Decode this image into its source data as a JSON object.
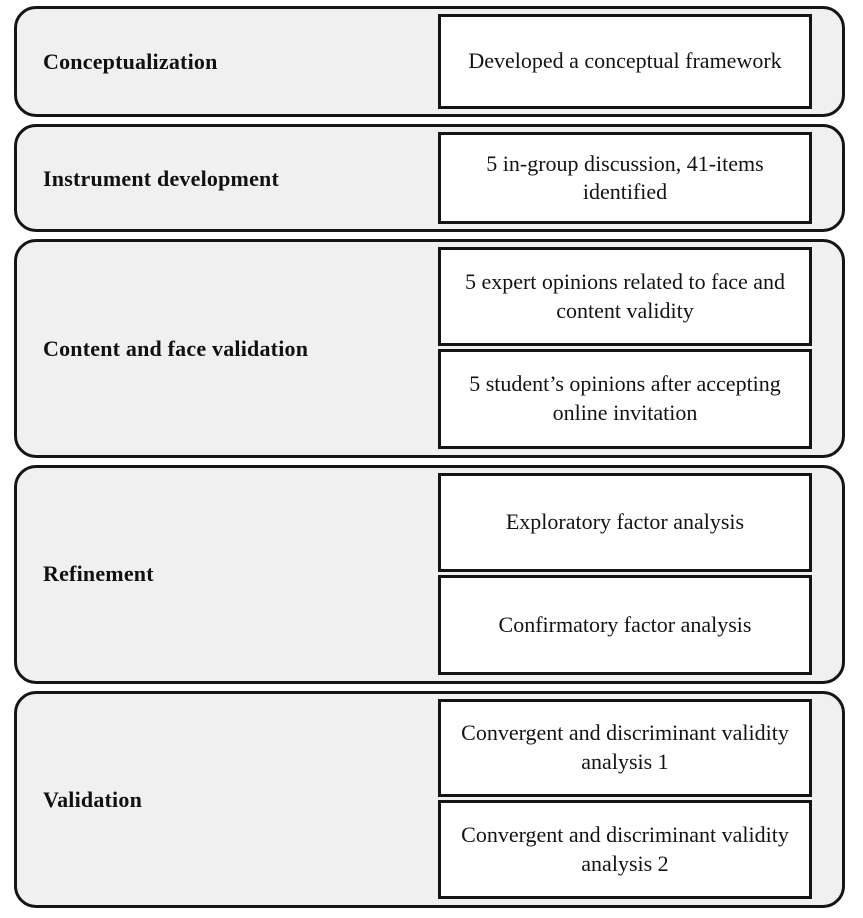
{
  "diagram": {
    "type": "stage-flow",
    "background_color": "#ffffff",
    "stage_fill_color": "#f0f0f0",
    "stage_border_color": "#151515",
    "item_fill_color": "#ffffff",
    "item_border_color": "#141414",
    "stages": [
      {
        "label": "Conceptualization",
        "items": [
          "Developed a conceptual framework"
        ]
      },
      {
        "label": "Instrument development",
        "items": [
          "5 in-group discussion, 41-items identified"
        ]
      },
      {
        "label": "Content and face validation",
        "items": [
          "5 expert opinions related to face and content validity",
          "5 student’s opinions after accepting online invitation"
        ]
      },
      {
        "label": "Refinement",
        "items": [
          "Exploratory factor analysis",
          "Confirmatory factor analysis"
        ]
      },
      {
        "label": "Validation",
        "items": [
          "Convergent and discriminant validity analysis 1",
          "Convergent and discriminant validity analysis 2"
        ]
      }
    ]
  }
}
